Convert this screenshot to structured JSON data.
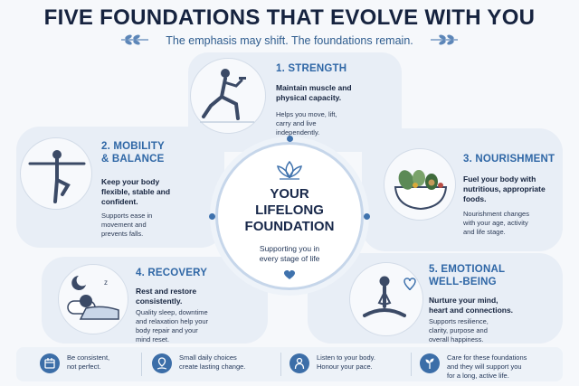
{
  "header": {
    "title": "FIVE FOUNDATIONS THAT EVOLVE WITH YOU",
    "subtitle": "The emphasis may shift. The foundations remain."
  },
  "center": {
    "icon": "lotus-icon",
    "title_line1": "YOUR",
    "title_line2": "LIFELONG",
    "title_line3": "FOUNDATION",
    "sub_line1": "Supporting you in",
    "sub_line2": "every stage of life",
    "heart": "heart-icon"
  },
  "foundations": {
    "strength": {
      "heading": "1. STRENGTH",
      "bold_line1": "Maintain muscle and",
      "bold_line2": "physical capacity.",
      "text_line1": "Helps you move, lift,",
      "text_line2": "carry and live",
      "text_line3": "independently.",
      "icon": "lunge-figure-icon"
    },
    "mobility": {
      "heading_line1": "2. MOBILITY",
      "heading_line2": "& BALANCE",
      "bold_line1": "Keep your body",
      "bold_line2": "flexible, stable and",
      "bold_line3": "confident.",
      "text_line1": "Supports ease in",
      "text_line2": "movement and",
      "text_line3": "prevents falls.",
      "icon": "balance-figure-icon"
    },
    "nourishment": {
      "heading": "3. NOURISHMENT",
      "bold_line1": "Fuel your body with",
      "bold_line2": "nutritious, appropriate",
      "bold_line3": "foods.",
      "text_line1": "Nourishment changes",
      "text_line2": "with your age, activity",
      "text_line3": "and life stage.",
      "icon": "food-bowl-icon"
    },
    "recovery": {
      "heading": "4. RECOVERY",
      "bold_line1": "Rest and restore",
      "bold_line2": "consistently.",
      "text_line1": "Quality sleep, downtime",
      "text_line2": "and relaxation help your",
      "text_line3": "body repair and your",
      "text_line4": "mind reset.",
      "icon": "sleeping-figure-icon"
    },
    "emotional": {
      "heading_line1": "5. EMOTIONAL",
      "heading_line2": "WELL-BEING",
      "bold_line1": "Nurture your mind,",
      "bold_line2": "heart and connections.",
      "text_line1": "Supports resilience,",
      "text_line2": "clarity, purpose and",
      "text_line3": "overall happiness.",
      "icon": "meditating-figure-icon"
    }
  },
  "footer": [
    {
      "icon": "calendar-icon",
      "line1": "Be consistent,",
      "line2": "not perfect."
    },
    {
      "icon": "path-pin-icon",
      "line1": "Small daily choices",
      "line2": "create lasting change."
    },
    {
      "icon": "person-icon",
      "line1": "Listen to your body.",
      "line2": "Honour your pace."
    },
    {
      "icon": "sprout-icon",
      "line1": "Care for these foundations",
      "line2": "and they will support you",
      "line3": "for a long, active life."
    }
  ],
  "colors": {
    "accent": "#2f67a6",
    "dark": "#16233f",
    "card": "#e8eef6",
    "footer_icon": "#3c6ea8"
  }
}
